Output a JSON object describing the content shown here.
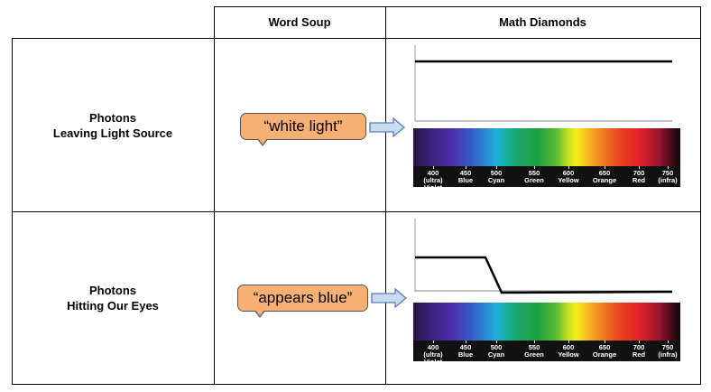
{
  "header": {
    "col_word_soup": "Word Soup",
    "col_math_diamonds": "Math Diamonds"
  },
  "rows": [
    {
      "label_line1": "Photons",
      "label_line2": "Leaving Light Source",
      "bubble": "“white light”"
    },
    {
      "label_line1": "Photons",
      "label_line2": "Hitting Our Eyes",
      "bubble": "“appears blue”"
    }
  ],
  "spectrum": {
    "ticks": [
      {
        "nm": "400",
        "name": "(ultra) Violet"
      },
      {
        "nm": "450",
        "name": "Blue"
      },
      {
        "nm": "500",
        "name": "Cyan"
      },
      {
        "nm": "550",
        "name": "Green"
      },
      {
        "nm": "600",
        "name": "Yellow"
      },
      {
        "nm": "650",
        "name": "Orange"
      },
      {
        "nm": "700",
        "name": "Red"
      },
      {
        "nm": "750",
        "name": "(infra)"
      }
    ]
  },
  "colors": {
    "bubble_fill": "#f7b074",
    "arrow_fill": "#c9dcef",
    "arrow_stroke": "#5a7fae"
  }
}
